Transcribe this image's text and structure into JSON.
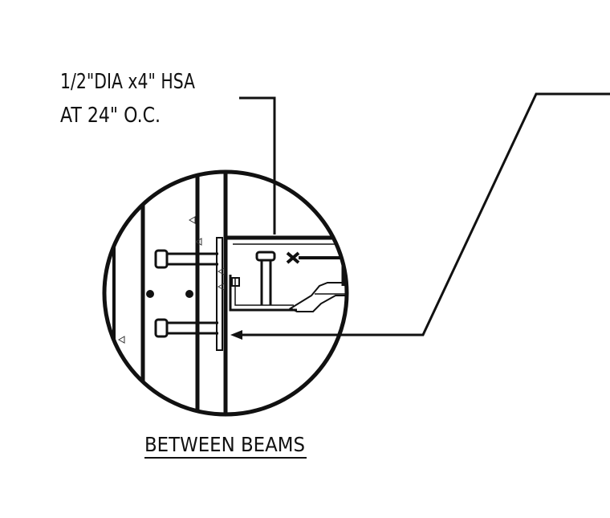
{
  "callout": {
    "line1": "1/2\"DIA x4\" HSA",
    "line2": "AT 24\" O.C."
  },
  "detail_title": "BETWEEN BEAMS",
  "colors": {
    "ink": "#111111",
    "background": "#ffffff"
  }
}
